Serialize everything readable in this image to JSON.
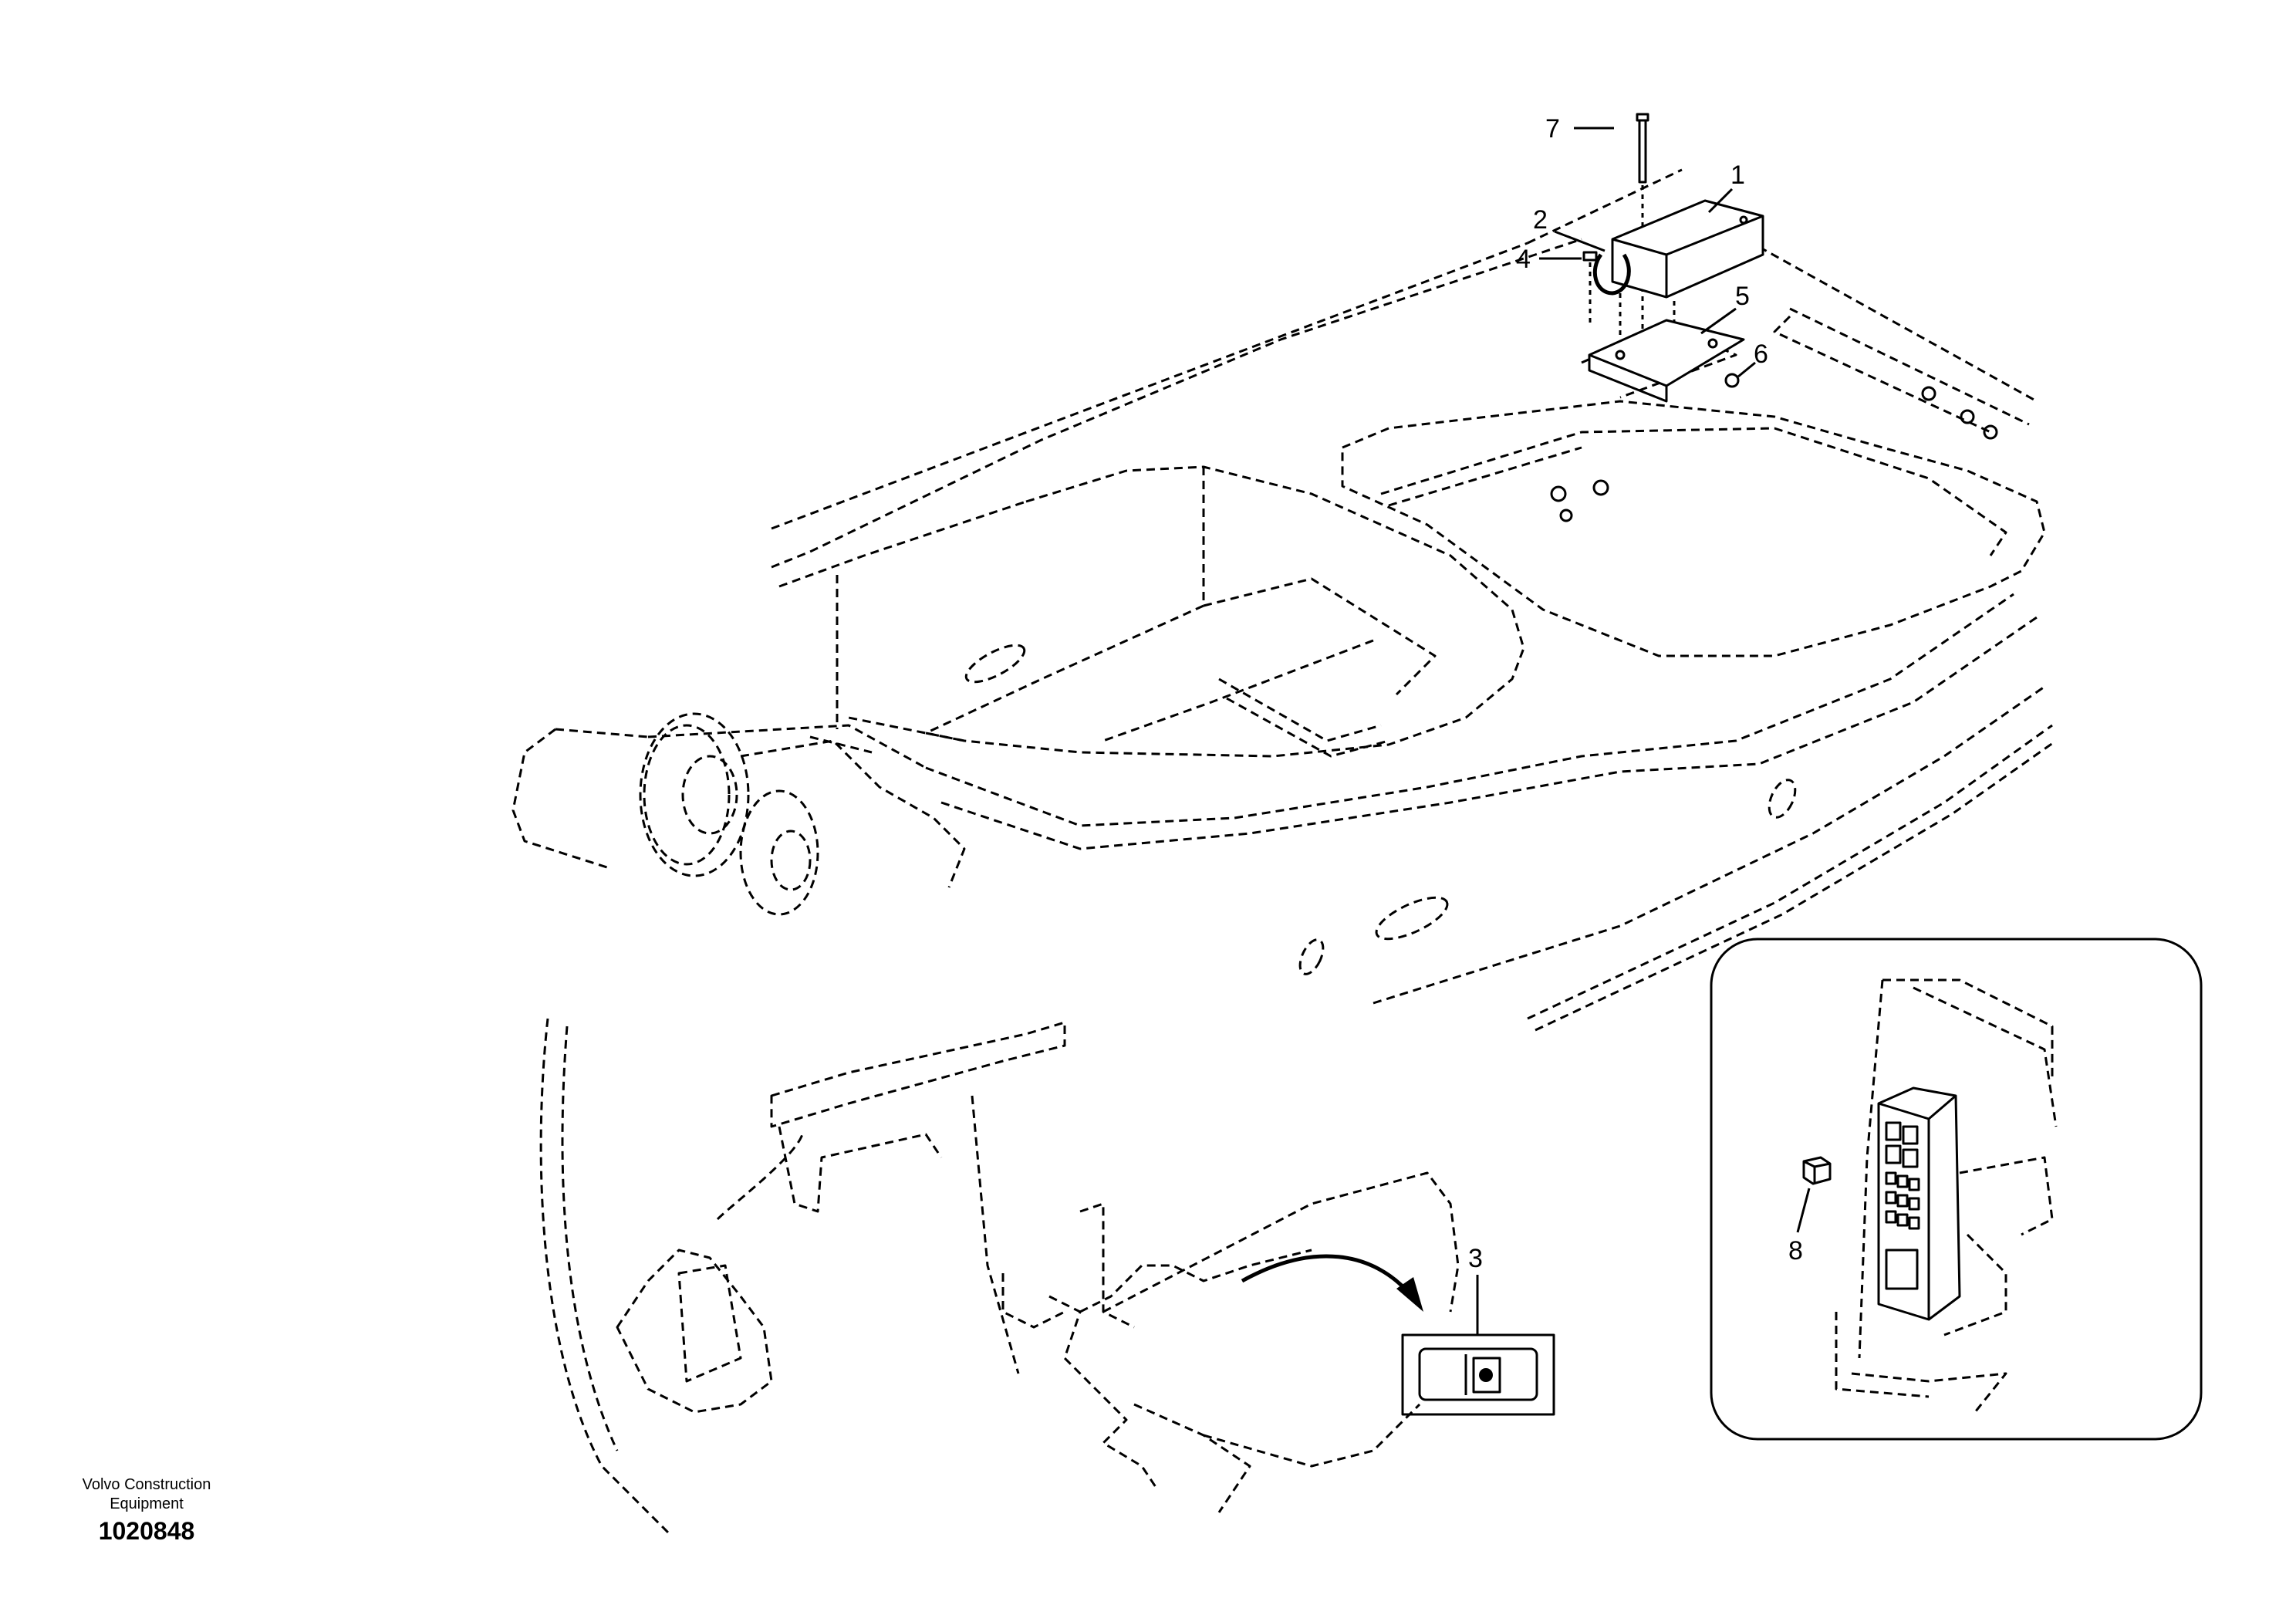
{
  "callouts": [
    {
      "id": "1",
      "label": "1"
    },
    {
      "id": "2",
      "label": "2"
    },
    {
      "id": "3",
      "label": "3"
    },
    {
      "id": "4",
      "label": "4"
    },
    {
      "id": "5",
      "label": "5"
    },
    {
      "id": "6",
      "label": "6"
    },
    {
      "id": "7",
      "label": "7"
    },
    {
      "id": "8",
      "label": "8"
    }
  ],
  "footer": {
    "manufacturer": "Volvo Construction Equipment",
    "reference_number": "1020848"
  },
  "colors": {
    "line": "#000000",
    "background": "#ffffff"
  }
}
